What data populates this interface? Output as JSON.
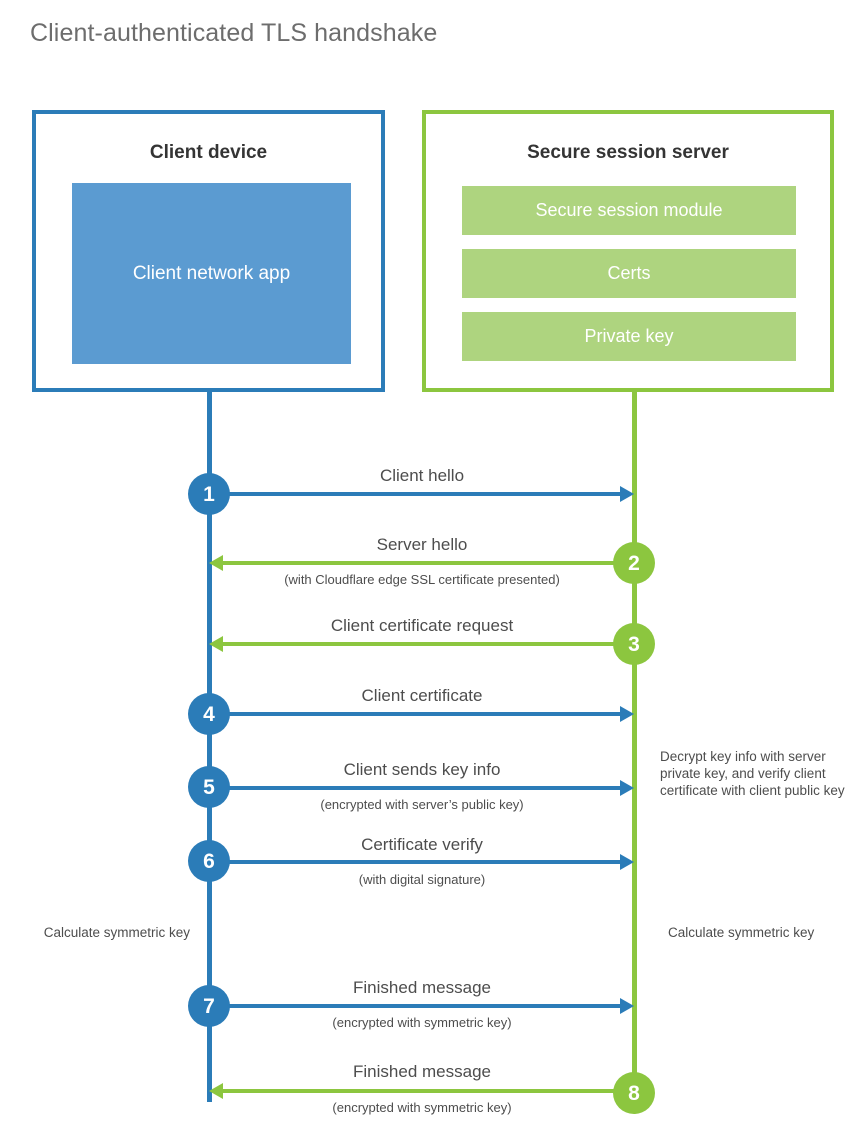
{
  "title": "Client-authenticated TLS handshake",
  "colors": {
    "client_blue": "#2b7cb8",
    "client_app_fill": "#5b9bd1",
    "server_green": "#8cc63f",
    "server_bar_fill": "#aed47f",
    "text": "#4d4d4d",
    "title_text": "#6d6d6d",
    "background": "#ffffff"
  },
  "client": {
    "title": "Client device",
    "app_label": "Client network app"
  },
  "server": {
    "title": "Secure session server",
    "bars": [
      {
        "label": "Secure session module"
      },
      {
        "label": "Certs"
      },
      {
        "label": "Private key"
      }
    ]
  },
  "steps": [
    {
      "number": "1",
      "label": "Client hello",
      "sublabel": "",
      "direction": "client-to-server",
      "color": "blue"
    },
    {
      "number": "2",
      "label": "Server hello",
      "sublabel": "(with Cloudflare edge SSL certificate presented)",
      "direction": "server-to-client",
      "color": "green"
    },
    {
      "number": "3",
      "label": "Client certificate request",
      "sublabel": "",
      "direction": "server-to-client",
      "color": "green"
    },
    {
      "number": "4",
      "label": "Client certificate",
      "sublabel": "",
      "direction": "client-to-server",
      "color": "blue"
    },
    {
      "number": "5",
      "label": "Client sends key info",
      "sublabel": "(encrypted with server’s public key)",
      "direction": "client-to-server",
      "color": "blue"
    },
    {
      "number": "6",
      "label": "Certificate verify",
      "sublabel": "(with digital signature)",
      "direction": "client-to-server",
      "color": "blue"
    },
    {
      "number": "7",
      "label": "Finished message",
      "sublabel": "(encrypted with symmetric key)",
      "direction": "client-to-server",
      "color": "blue"
    },
    {
      "number": "8",
      "label": "Finished message",
      "sublabel": "(encrypted with symmetric key)",
      "direction": "server-to-client",
      "color": "green"
    }
  ],
  "notes": {
    "decrypt": "Decrypt key info with server private key, and verify client certificate with client public key",
    "calculate_client": "Calculate symmetric key",
    "calculate_server": "Calculate symmetric key"
  }
}
